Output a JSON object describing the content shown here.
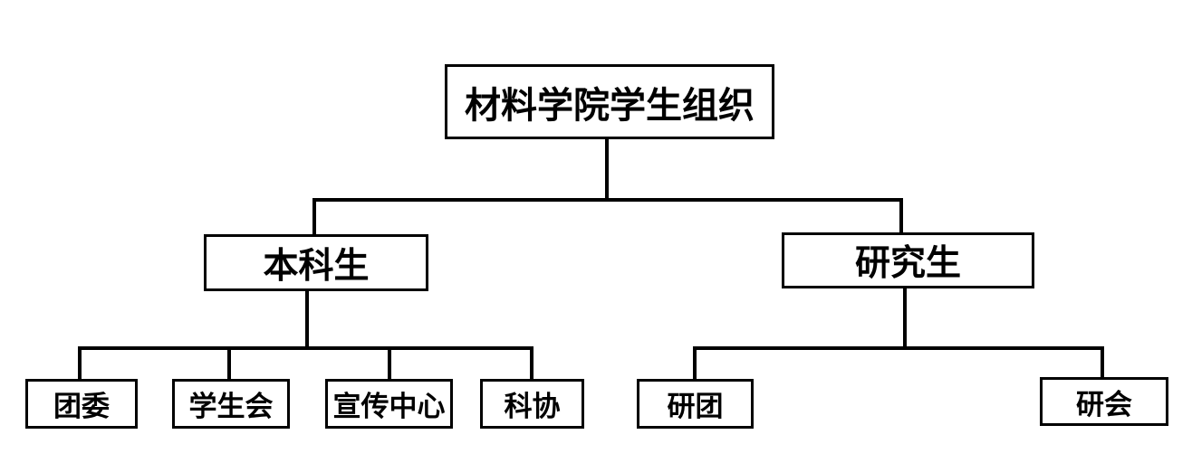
{
  "diagram_title": "材料学院学生组织",
  "nodes": {
    "root": {
      "label": "材料学院学生组织",
      "level": 1
    },
    "undergrad": {
      "label": "本科生",
      "level": 2
    },
    "grad": {
      "label": "研究生",
      "level": 2
    },
    "league_committee": {
      "label": "团委",
      "level": 3
    },
    "student_union": {
      "label": "学生会",
      "level": 3
    },
    "publicity_center": {
      "label": "宣传中心",
      "level": 3
    },
    "science_association": {
      "label": "科协",
      "level": 3
    },
    "grad_league": {
      "label": "研团",
      "level": 3
    },
    "grad_union": {
      "label": "研会",
      "level": 3
    }
  },
  "hierarchy": {
    "材料学院学生组织": {
      "本科生": [
        "团委",
        "学生会",
        "宣传中心",
        "科协"
      ],
      "研究生": [
        "研团",
        "研会"
      ]
    }
  },
  "colors": {
    "background": "#ffffff",
    "box_border": "#000000",
    "connector_line": "#000000",
    "text": "#000000"
  }
}
